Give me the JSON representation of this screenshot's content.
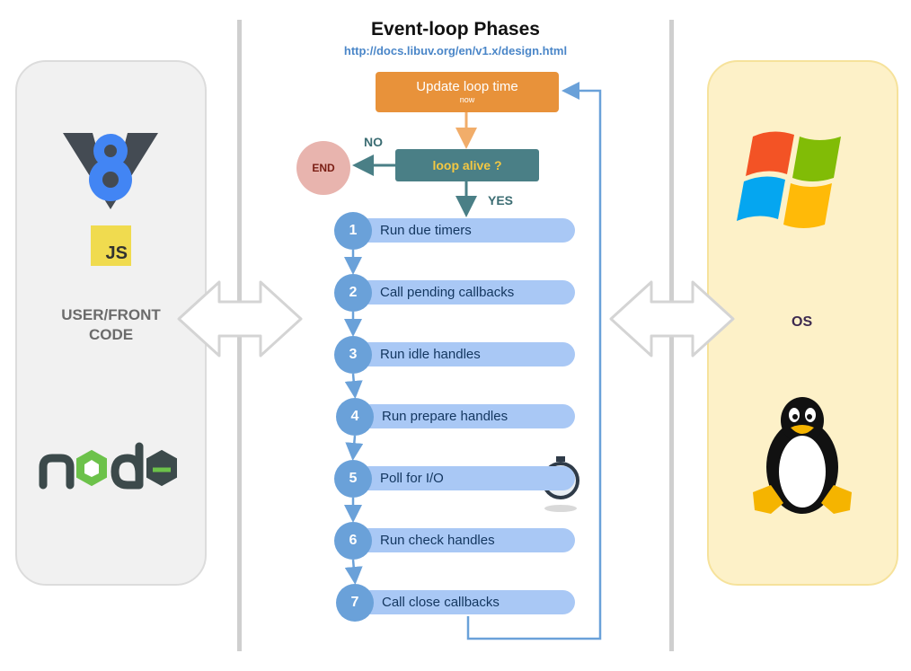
{
  "title": "Event-loop Phases",
  "subtitle": "http://docs.libuv.org/en/v1.x/design.html",
  "left_panel": {
    "label_line1": "USER/FRONT",
    "label_line2": "CODE",
    "js_badge": "JS",
    "icons": [
      "v8-logo-icon",
      "javascript-badge-icon",
      "nodejs-logo-icon"
    ]
  },
  "right_panel": {
    "label": "OS",
    "icons": [
      "windows-logo-icon",
      "linux-tux-icon"
    ]
  },
  "flow": {
    "update": {
      "label": "Update loop time",
      "sub": "now"
    },
    "alive": {
      "label": "loop alive ?"
    },
    "end": {
      "label": "END"
    },
    "no_label": "NO",
    "yes_label": "YES"
  },
  "phases": [
    {
      "num": "1",
      "label": "Run due timers"
    },
    {
      "num": "2",
      "label": "Call pending callbacks"
    },
    {
      "num": "3",
      "label": "Run idle handles"
    },
    {
      "num": "4",
      "label": "Run prepare handles"
    },
    {
      "num": "5",
      "label": "Poll for I/O"
    },
    {
      "num": "6",
      "label": "Run check handles"
    },
    {
      "num": "7",
      "label": "Call close callbacks"
    }
  ],
  "colors": {
    "orange": "#e8923a",
    "teal": "#4a7f86",
    "phase_bar": "#a9c8f5",
    "phase_circle": "#6aa1d9",
    "loop_line": "#6aa1d9"
  }
}
